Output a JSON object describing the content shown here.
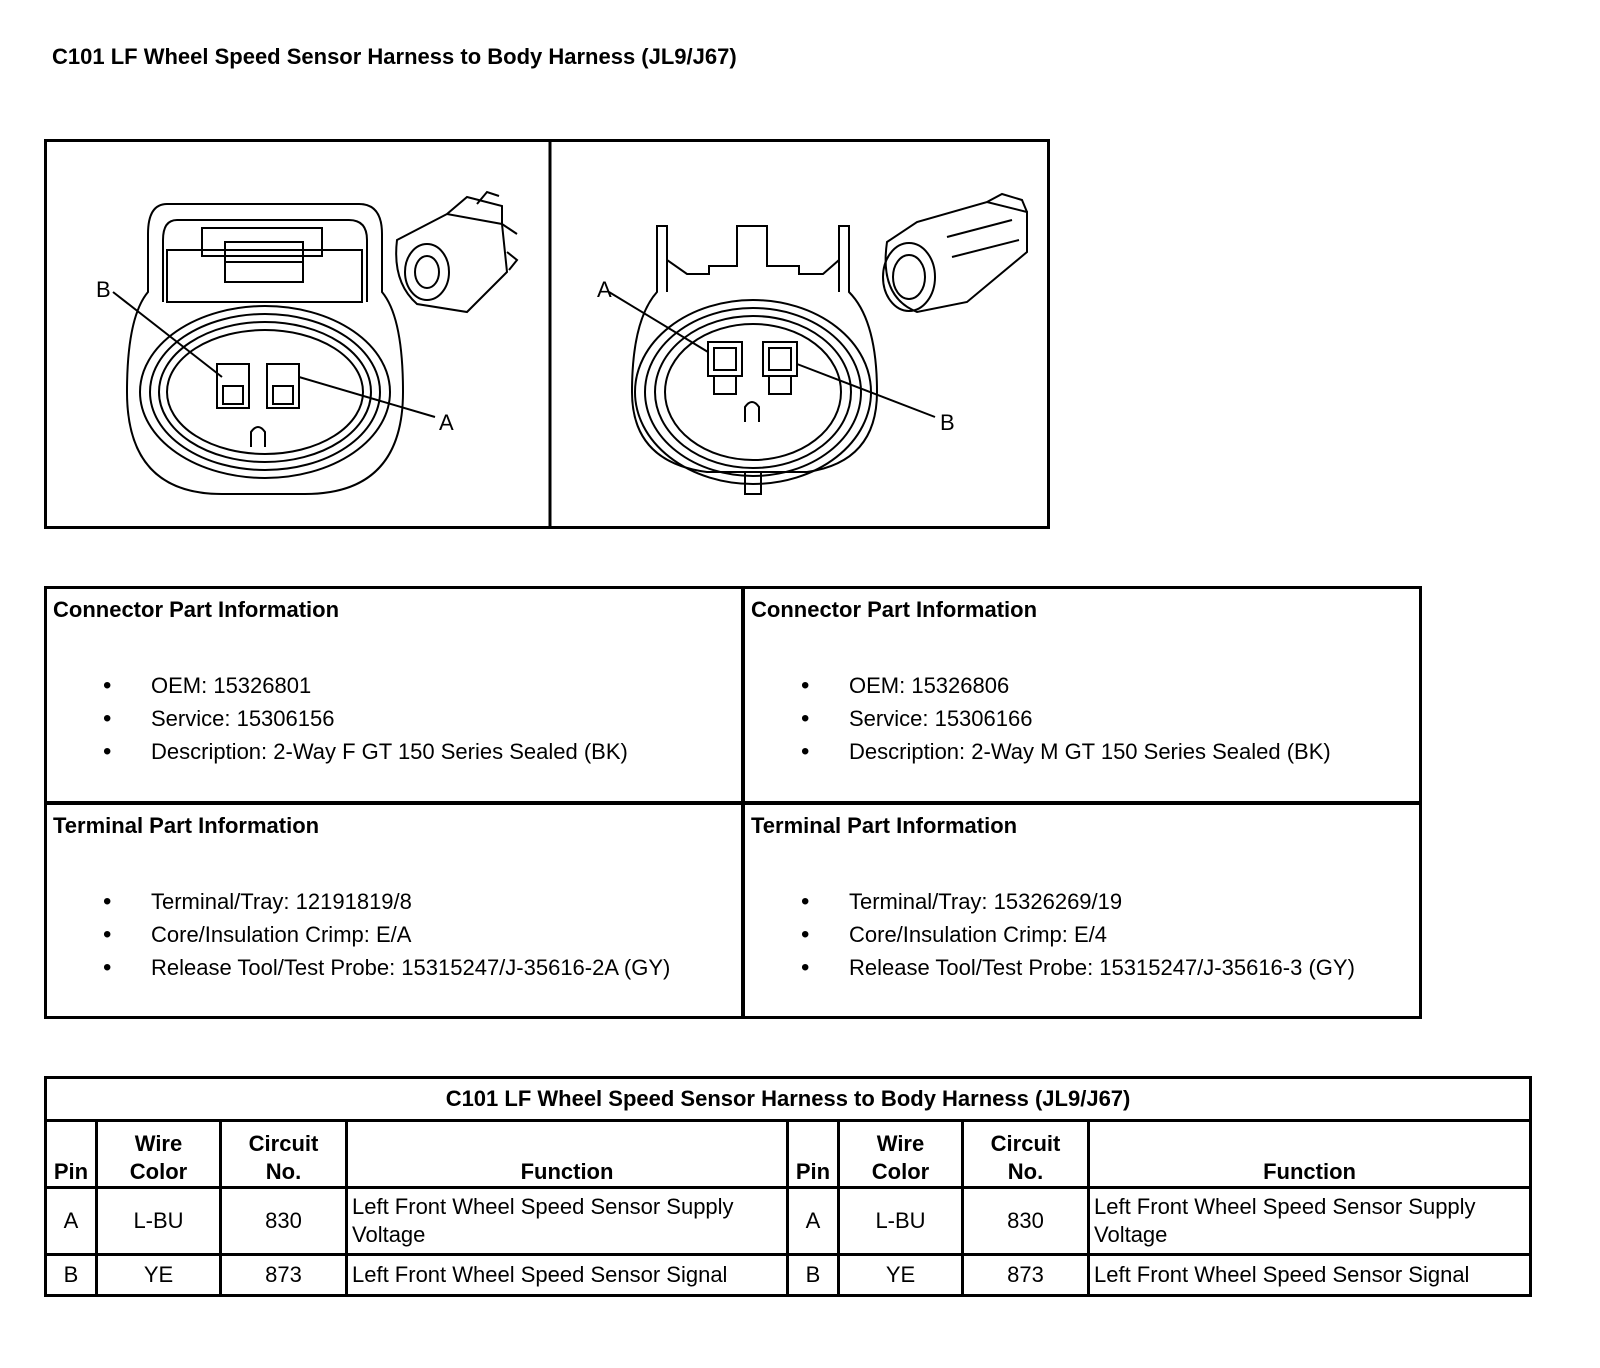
{
  "title": "C101 LF Wheel Speed Sensor Harness to Body Harness (JL9/J67)",
  "figure": {
    "left_connector_labels": [
      "B",
      "A"
    ],
    "right_connector_labels": [
      "A",
      "B"
    ]
  },
  "info": {
    "connector_left": {
      "heading": "Connector Part Information",
      "items": [
        "OEM: 15326801",
        "Service: 15306156",
        "Description: 2-Way F GT 150 Series Sealed (BK)"
      ]
    },
    "connector_right": {
      "heading": "Connector Part Information",
      "items": [
        "OEM: 15326806",
        "Service: 15306166",
        "Description: 2-Way M GT 150 Series Sealed (BK)"
      ]
    },
    "terminal_left": {
      "heading": "Terminal Part Information",
      "items": [
        "Terminal/Tray: 12191819/8",
        "Core/Insulation Crimp: E/A",
        "Release Tool/Test Probe: 15315247/J-35616-2A (GY)"
      ]
    },
    "terminal_right": {
      "heading": "Terminal Part Information",
      "items": [
        "Terminal/Tray: 15326269/19",
        "Core/Insulation Crimp: E/4",
        "Release Tool/Test Probe: 15315247/J-35616-3 (GY)"
      ]
    }
  },
  "pin_table": {
    "caption": "C101 LF Wheel Speed Sensor Harness to Body Harness (JL9/J67)",
    "headers": {
      "pin": "Pin",
      "wire_color_1": "Wire",
      "wire_color_2": "Color",
      "circuit_1": "Circuit",
      "circuit_2": "No.",
      "function": "Function"
    },
    "left": [
      {
        "pin": "A",
        "wire_color": "L-BU",
        "circuit": "830",
        "function_1": "Left Front Wheel Speed Sensor Supply",
        "function_2": "Voltage"
      },
      {
        "pin": "B",
        "wire_color": "YE",
        "circuit": "873",
        "function_1": "Left Front Wheel Speed Sensor Signal",
        "function_2": ""
      }
    ],
    "right": [
      {
        "pin": "A",
        "wire_color": "L-BU",
        "circuit": "830",
        "function_1": "Left Front Wheel Speed Sensor Supply",
        "function_2": "Voltage"
      },
      {
        "pin": "B",
        "wire_color": "YE",
        "circuit": "873",
        "function_1": "Left Front Wheel Speed Sensor Signal",
        "function_2": ""
      }
    ]
  }
}
